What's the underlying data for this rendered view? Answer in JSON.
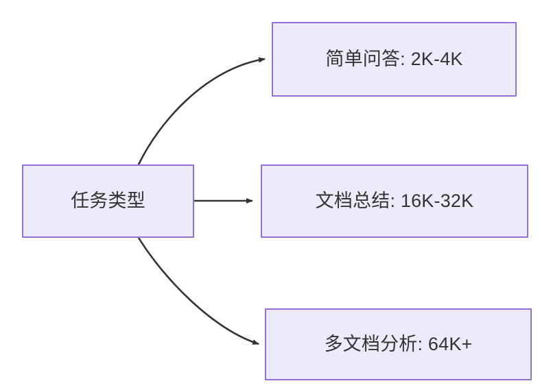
{
  "diagram": {
    "type": "flowchart",
    "direction": "left-to-right",
    "background_color": "#ffffff",
    "node_fill_color": "#ECEAFB",
    "node_border_color": "#9370DB",
    "node_text_color": "#333333",
    "edge_color": "#333333",
    "nodes": [
      {
        "id": "root",
        "label": "任务类型",
        "role": "source"
      },
      {
        "id": "simple-qa",
        "label": "简单问答: 2K-4K",
        "role": "target"
      },
      {
        "id": "doc-summary",
        "label": "文档总结: 16K-32K",
        "role": "target"
      },
      {
        "id": "multi-doc",
        "label": "多文档分析: 64K+",
        "role": "target"
      }
    ],
    "edges": [
      {
        "id": "edge-root-simple-qa",
        "from": "root",
        "to": "simple-qa",
        "style": "curved",
        "arrowhead": "filled-triangle"
      },
      {
        "id": "edge-root-doc-summary",
        "from": "root",
        "to": "doc-summary",
        "style": "straight",
        "arrowhead": "filled-triangle"
      },
      {
        "id": "edge-root-multi-doc",
        "from": "root",
        "to": "multi-doc",
        "style": "curved",
        "arrowhead": "filled-triangle"
      }
    ]
  }
}
